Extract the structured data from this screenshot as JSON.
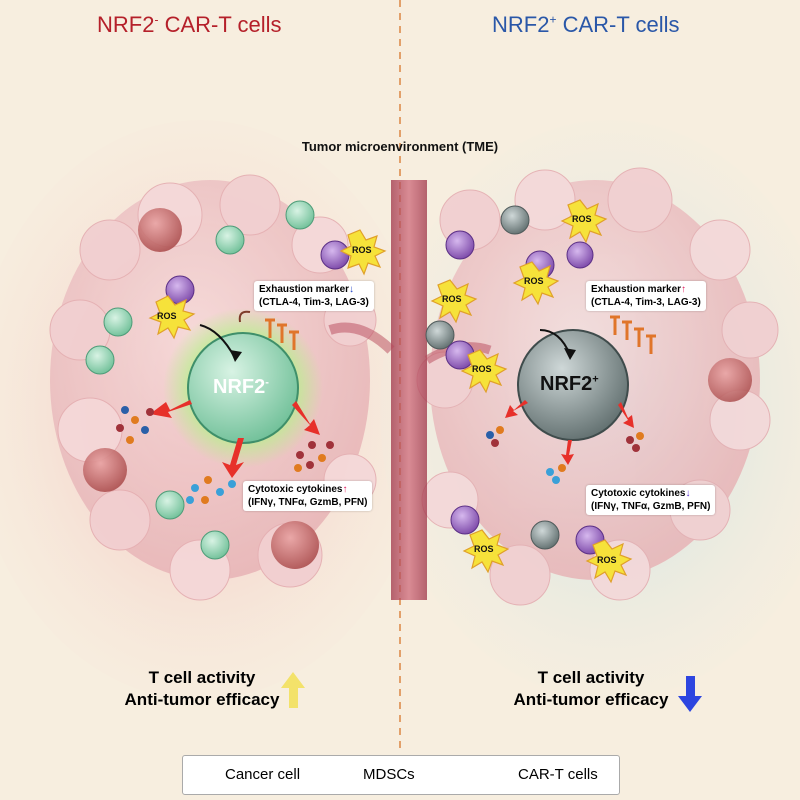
{
  "left_panel": {
    "title_main": "NRF2",
    "title_sup": "-",
    "title_rest": " CAR-T cells",
    "title_color": "#b5202a",
    "cell_label": "NRF2",
    "cell_sup": "-",
    "exhaustion_title": "Exhaustion marker",
    "exhaustion_markers": "(CTLA-4, Tim-3, LAG-3)",
    "exhaustion_arrow": "↓",
    "exhaustion_arrow_color": "#2346c8",
    "cytokine_title": "Cytotoxic cytokines",
    "cytokine_list": "(IFNγ, TNFα, GzmB, PFN)",
    "cytokine_arrow": "↑",
    "cytokine_arrow_color": "#e0185a",
    "outcome_line1": "T cell activity",
    "outcome_line2": "Anti-tumor efficacy",
    "outcome_arrow_color": "#f3e26a"
  },
  "right_panel": {
    "title_main": "NRF2",
    "title_sup": "+",
    "title_rest": " CAR-T cells",
    "title_color": "#2a57a8",
    "cell_label": "NRF2",
    "cell_sup": "+",
    "exhaustion_title": "Exhaustion marker",
    "exhaustion_markers": "(CTLA-4, Tim-3, LAG-3)",
    "exhaustion_arrow": "↑",
    "exhaustion_arrow_color": "#e0185a",
    "cytokine_title": "Cytotoxic cytokines",
    "cytokine_list": "(IFNγ, TNFα, GzmB, PFN)",
    "cytokine_arrow": "↓",
    "cytokine_arrow_color": "#5a2fd0",
    "outcome_line1": "T cell activity",
    "outcome_line2": "Anti-tumor efficacy",
    "outcome_arrow_color": "#2d45e0"
  },
  "center_label": "Tumor microenvironment (TME)",
  "ros_label": "ROS",
  "legend": {
    "cancer_cell": "Cancer cell",
    "mdsc": "MDSCs",
    "cart": "CAR-T cells"
  },
  "colors": {
    "cancer_cell": "#c96a6a",
    "mdsc": "#8d5bb6",
    "cart_green": "#8fd1b0",
    "cart_gray": "#7e8c8c",
    "ros": "#f6e23a",
    "vessel": "#b8475a"
  }
}
